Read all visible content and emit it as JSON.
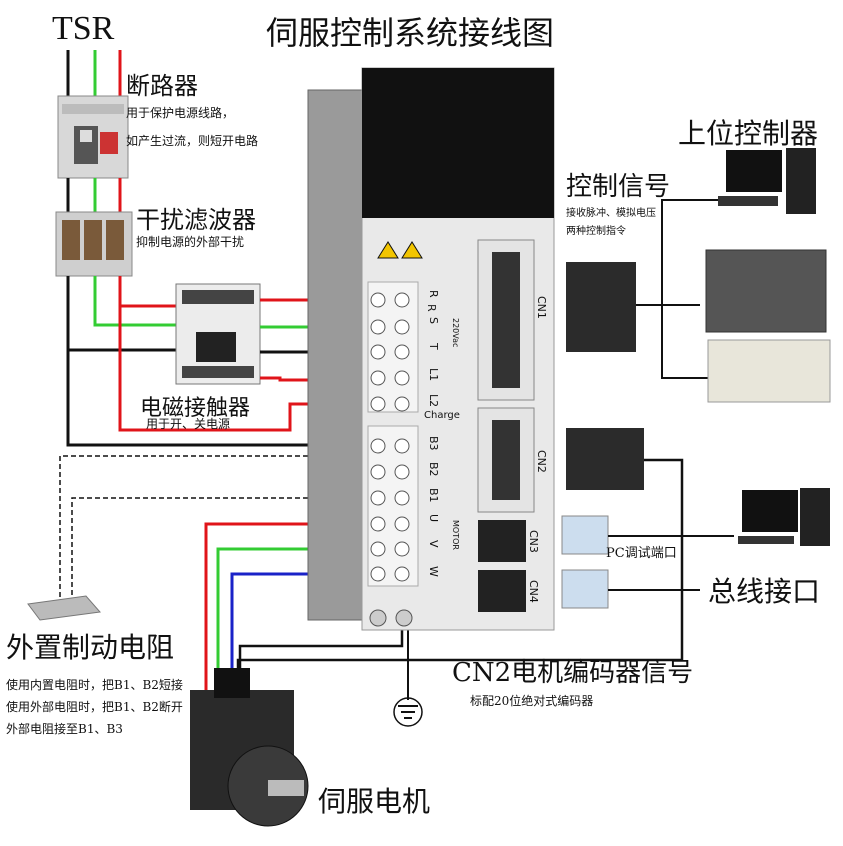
{
  "title": "伺服控制系统接线图",
  "power_source": "TSR",
  "breaker": {
    "name": "断路器",
    "desc1": "用于保护电源线路，",
    "desc2": "如产生过流，则短开电路"
  },
  "filter": {
    "name": "干扰滤波器",
    "desc": "抑制电源的外部干扰"
  },
  "contactor": {
    "name": "电磁接触器",
    "desc": "用于开、关电源"
  },
  "brake_resistor": {
    "name": "外置制动电阻",
    "note1": "使用内置电阻时，把B1、B2短接",
    "note2": "使用外部电阻时，把B1、B2断开",
    "note3": "外部电阻接至B1、B3"
  },
  "motor": {
    "name": "伺服电机"
  },
  "encoder": {
    "title": "CN2电机编码器信号",
    "desc": "标配20位绝对式编码器"
  },
  "controller": {
    "name": "上位控制器"
  },
  "control_signal": {
    "name": "控制信号",
    "desc1": "接收脉冲、模拟电压",
    "desc2": "两种控制指令"
  },
  "pc_port": "PC调试端口",
  "bus_port": "总线接口",
  "drive": {
    "power_terminals": [
      "R",
      "S",
      "T",
      "L1",
      "L2"
    ],
    "power_voltage": "220Vac",
    "charge_label": "Charge",
    "brake_terminals": [
      "B3",
      "B2",
      "B1"
    ],
    "motor_terminals": [
      "U",
      "V",
      "W"
    ],
    "motor_group_label": "MOTOR",
    "connectors": [
      "CN1",
      "CN2",
      "CN3",
      "CN4"
    ]
  },
  "colors": {
    "red": "#e0141a",
    "green": "#33cc33",
    "black": "#111111",
    "blue": "#1a22c8",
    "drive_body": "#e9e9e9"
  }
}
